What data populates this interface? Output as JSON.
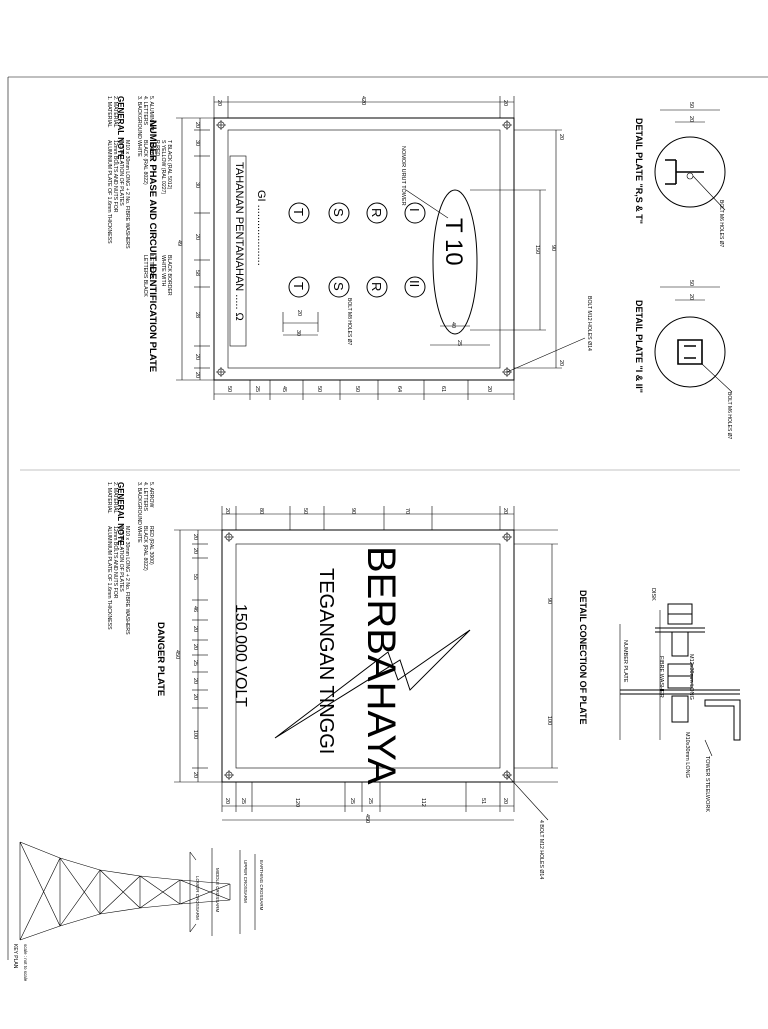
{
  "drawing": {
    "top_section": {
      "title": "NUMBER PHASE AND CIRCUIT IDENTIFICATION PLATE",
      "general_note": {
        "heading": "GENERAL NOTE :",
        "lines": [
          "1. MATERIAL",
          "2. MATERIAL",
          "3. BACKGROUND",
          "4. LETTERS",
          "5. ALUMINIUM"
        ],
        "col2": [
          "ALUMINIUM PLATE OF 1.6mm THICKNESS",
          "12mm BOLTS AND NUTS FOR",
          "INSTALLATION OF PLATES",
          "M10 x 30mm LONG + 2 No. FIBRE WASHERS",
          "WHITE",
          "BLACK (RAL 8022)",
          "I  WHITE",
          "R  RED",
          "S  YELLOW (RAL 0227)",
          "T  BLACK (RAL 5012)"
        ],
        "col3": [
          "LETTERS BLACK",
          "LETTERS",
          "WHITE WITH",
          "BLACK BORDER"
        ]
      },
      "plate_text": {
        "tower_label": "NOMOR URUT TOWER",
        "tower_number": "T 10",
        "line1": "TAHANAN PENTANAHAN ..... Ω",
        "line2": "GI ....................",
        "phase_left": [
          "I",
          "R",
          "S",
          "T"
        ],
        "phase_right": [
          "II",
          "R",
          "S",
          "T"
        ],
        "bolt_note": "BOLT M8 HOLES Ø7"
      },
      "dims_top": [
        "20",
        "420",
        "20"
      ],
      "dims_bottom": [
        "50",
        "25",
        "45",
        "50",
        "50",
        "64",
        "61",
        "20"
      ],
      "dims_left": [
        "20",
        "30",
        "30",
        "20",
        "58",
        "28",
        "20",
        "20",
        "49"
      ],
      "dims_inner": [
        "30",
        "20",
        "40",
        "25",
        "150",
        "90"
      ],
      "bolt_m12": "BOLT M12 HOLES Ø14",
      "detail_rst": {
        "title": "DETAIL PLATE \"R,S & T\"",
        "dims": [
          "50",
          "20"
        ],
        "bolt": "BOLT M6 HOLES Ø7"
      },
      "detail_i_ii": {
        "title": "DETAIL PLATE \"I & II\"",
        "dims": [
          "50",
          "20"
        ],
        "bolt": "BOLT M6 HOLES Ø7"
      }
    },
    "bottom_section": {
      "title": "DANGER PLATE",
      "general_note": {
        "heading": "GENERAL NOTE :",
        "lines": [
          "1. MATERIAL",
          "2. MATERIAL",
          "3. BACKGROUND",
          "4. LETTERS",
          "5. ARROW"
        ],
        "col2": [
          "ALUMINIUM PLATE OF 1.6mm THICKNESS",
          "12mm BOLTS AND NUTS FOR",
          "INSTALLATION OF PLATES",
          "M10 x 30mm LONG + 2 No. FIBRE WASHERS",
          "WHITE",
          "BLACK (RAL 8022)",
          "RED (RAL 3000)"
        ]
      },
      "plate_text": {
        "line1": "BERBAHAYA",
        "line2": "TEGANGAN TINGGI",
        "line3": "150.000 VOLT"
      },
      "dims_top": [
        "20",
        "80",
        "50",
        "90",
        "70",
        "20"
      ],
      "dims_bottom": [
        "20",
        "25",
        "120",
        "25",
        "25",
        "112",
        "51",
        "20"
      ],
      "dims_left": [
        "20",
        "20",
        "55",
        "46",
        "20",
        "20",
        "25",
        "20",
        "20",
        "100",
        "20"
      ],
      "dims_overall": "450",
      "dims_height": "450",
      "bolt_m12": "4 BOLT M12 HOLES Ø14",
      "connection": {
        "title": "DETAIL CONECTION OF PLATE",
        "labels": [
          "DISK",
          "FIBRE WASHER",
          "M12x30mm LONG",
          "NUMBER PLATE",
          "M10x30mm LONG",
          "TOWER STEELWORK"
        ]
      },
      "key_plan": {
        "label": "KEY PLAN",
        "sublabel": "scale : not to scale",
        "notes": [
          "EARTHING CROSSARM",
          "UPPER CROSSARM",
          "MIDDLE CROSSARM",
          "LOWER CROSSARM"
        ]
      }
    }
  }
}
